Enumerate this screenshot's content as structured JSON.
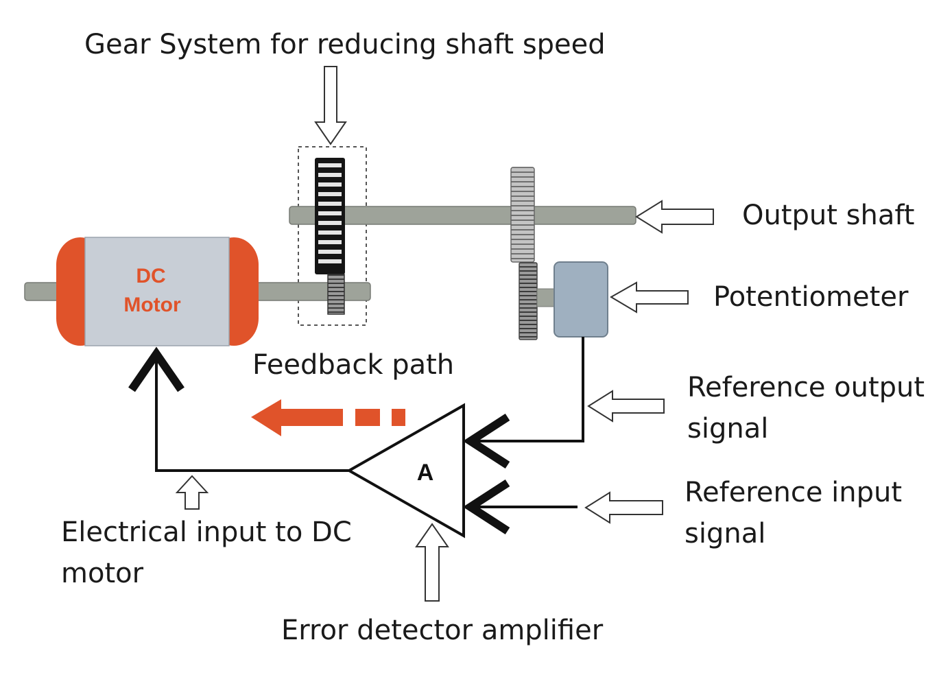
{
  "labels": {
    "gear_system": "Gear System for reducing shaft speed",
    "output_shaft": "Output shaft",
    "potentiometer": "Potentiometer",
    "feedback_path": "Feedback path",
    "reference_output_line1": "Reference output",
    "reference_output_line2": "signal",
    "reference_input_line1": "Reference input",
    "reference_input_line2": "signal",
    "electrical_input_line1": "Electrical input to DC",
    "electrical_input_line2": "motor",
    "error_detector": "Error detector amplifier"
  },
  "motor": {
    "line1": "DC",
    "line2": "Motor"
  },
  "amplifier": {
    "symbol": "A"
  },
  "colors": {
    "motor_body": "#c8ced6",
    "motor_caps": "#e0532a",
    "motor_text": "#e0532a",
    "shaft": "#9ea39a",
    "feedback_arrow": "#e0532a",
    "potentiometer": "#9fb0c0",
    "wire": "#111111"
  },
  "icons": {
    "label_pointer": "hollow-arrow-icon",
    "feedback": "dashed-arrow-icon"
  }
}
